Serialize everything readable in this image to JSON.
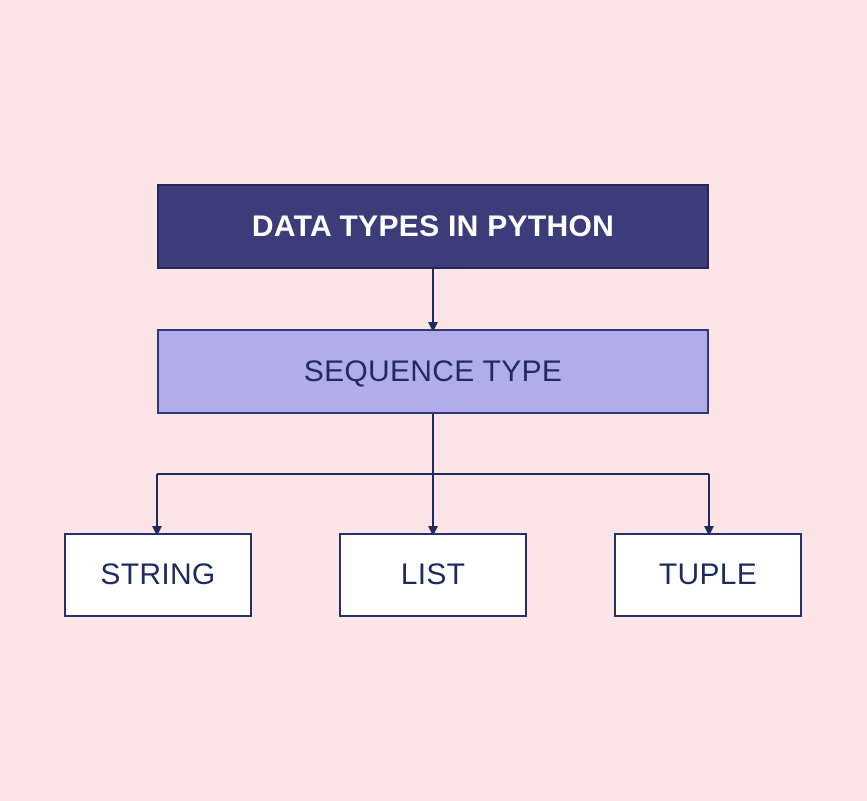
{
  "diagram": {
    "root": {
      "label": "DATA TYPES IN PYTHON"
    },
    "category": {
      "label": "SEQUENCE TYPE"
    },
    "leaves": [
      {
        "label": "STRING"
      },
      {
        "label": "LIST"
      },
      {
        "label": "TUPLE"
      }
    ]
  },
  "colors": {
    "background": "#fde4e7",
    "root_fill": "#3c3c7b",
    "category_fill": "#b1acea",
    "leaf_fill": "#ffffff",
    "connector": "#1f2b5e",
    "text_dark": "#1f2b5e",
    "text_light": "#ffffff"
  }
}
